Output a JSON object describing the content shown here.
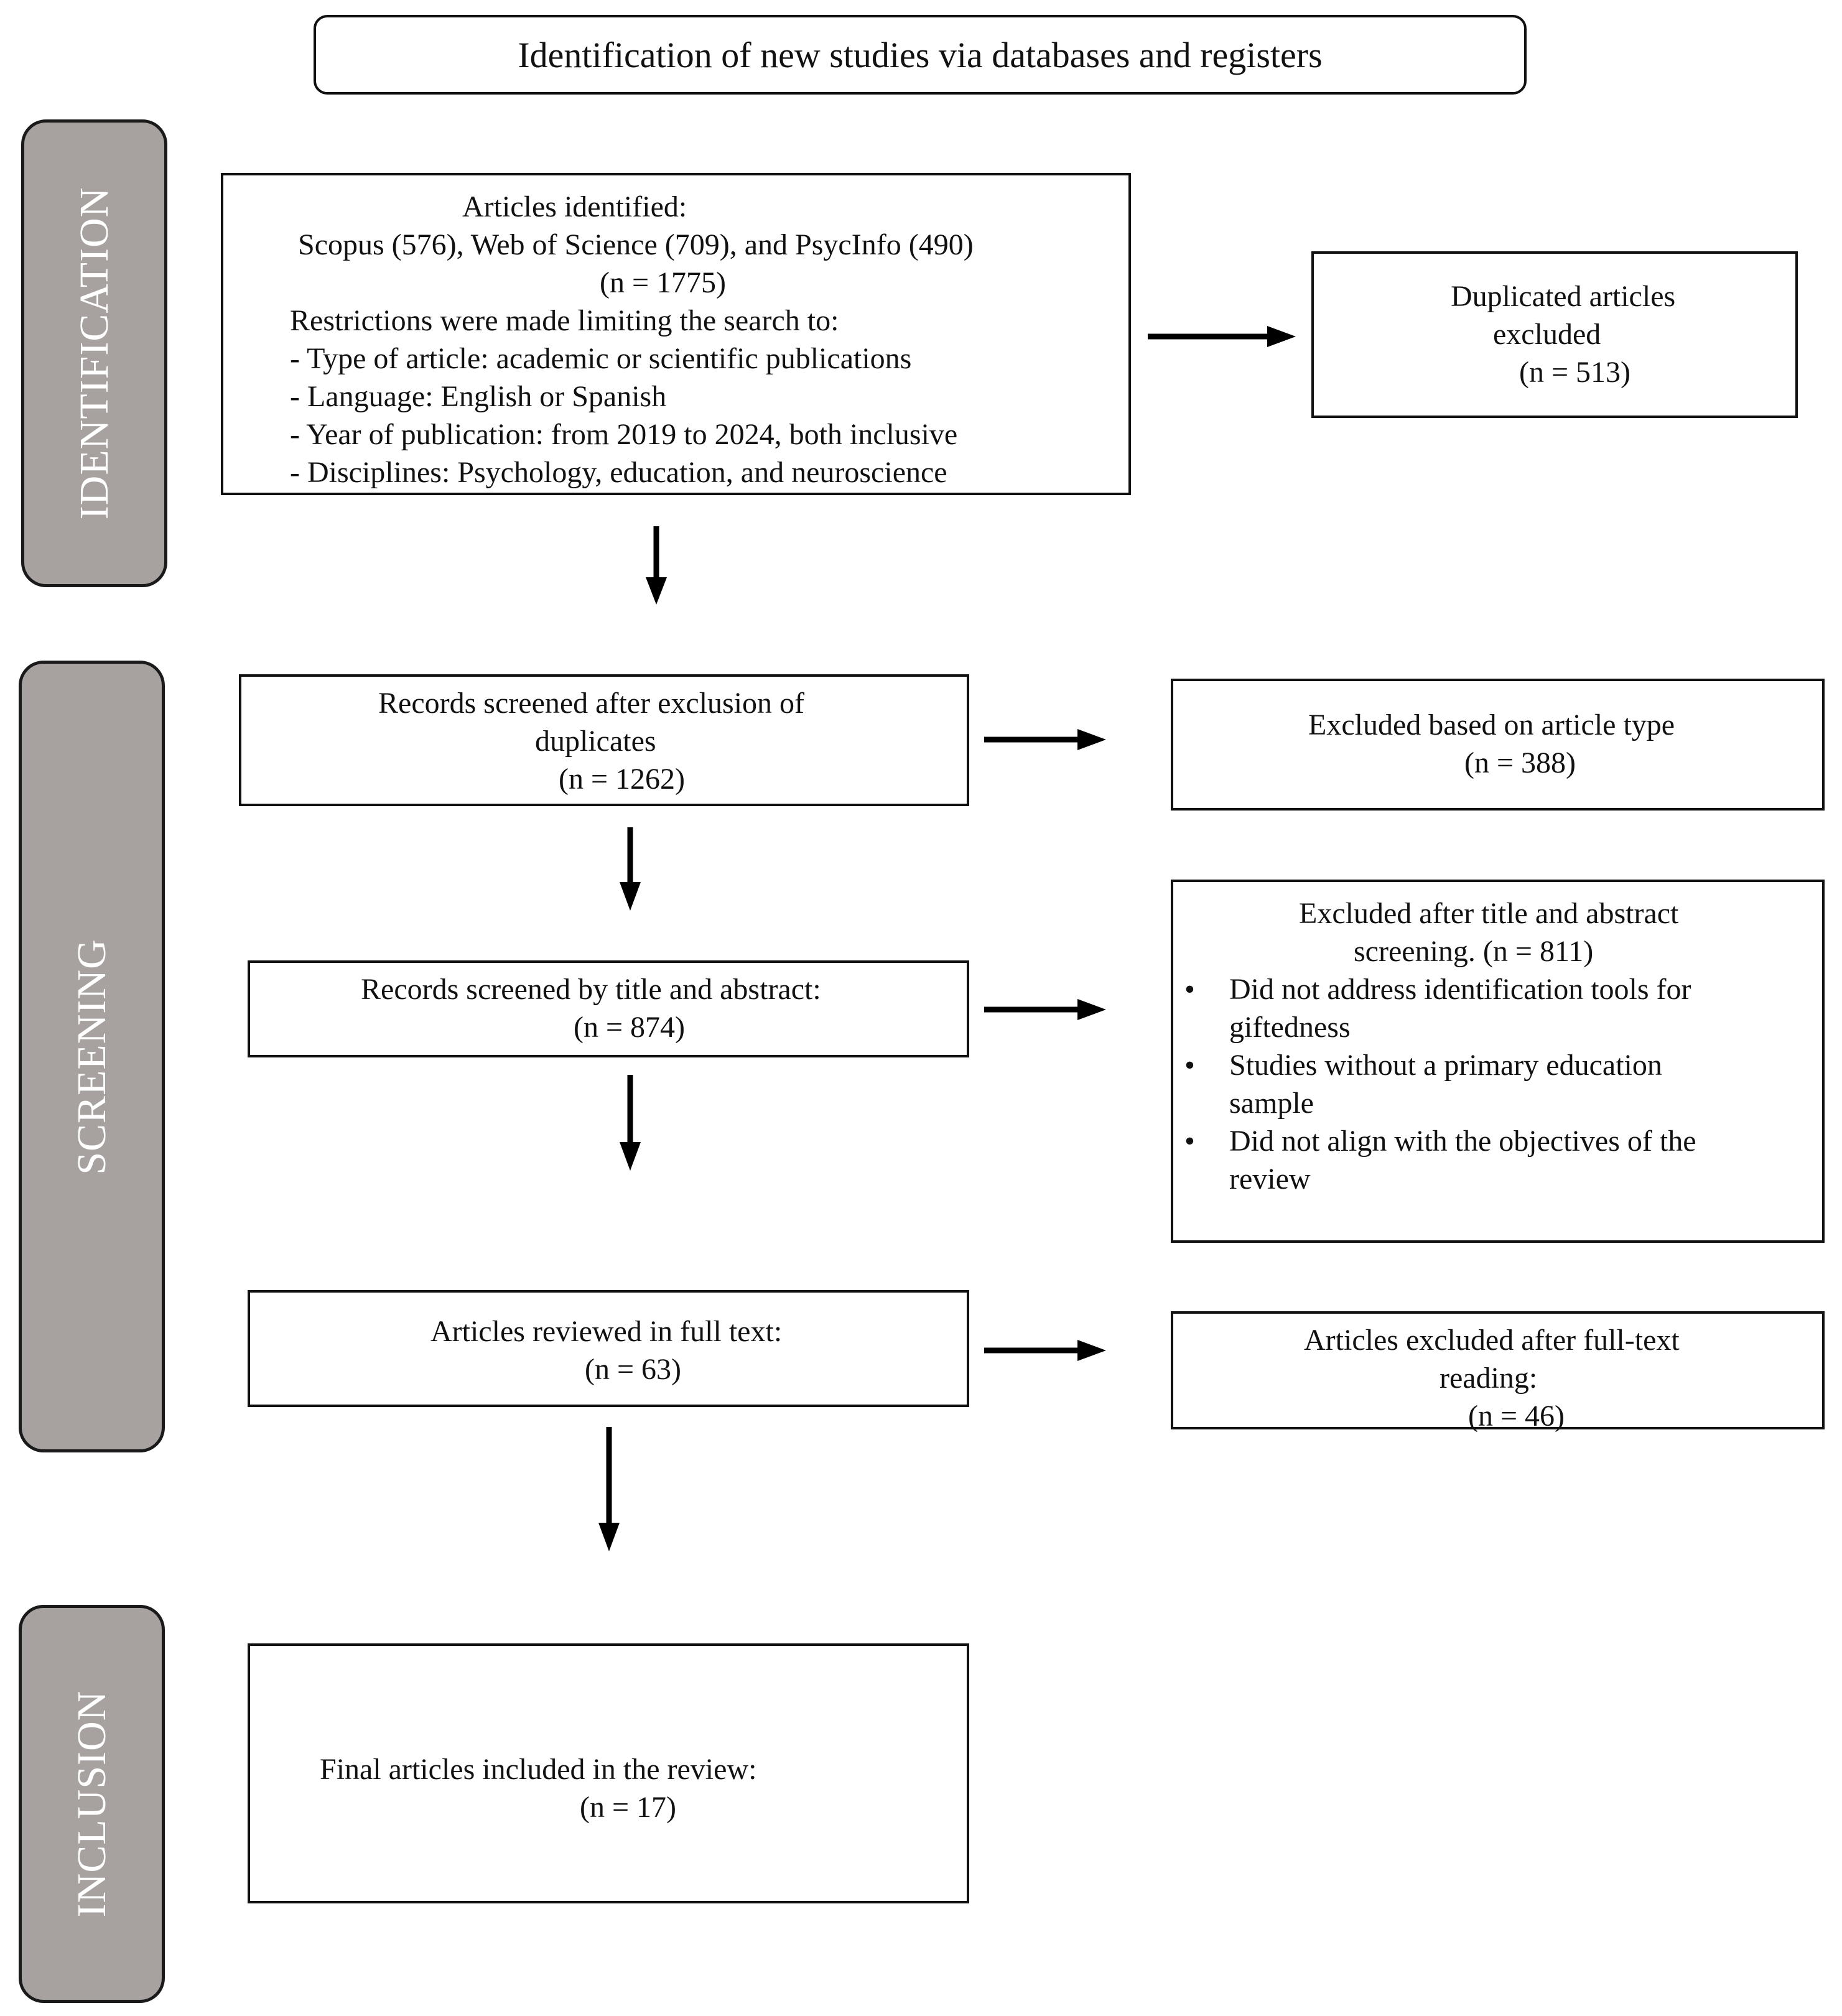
{
  "title": "Identification of new studies via databases and registers",
  "phases": {
    "identification": "IDENTIFICATION",
    "screening": "SCREENING",
    "inclusion": "INCLUSION"
  },
  "identified": {
    "line1": "Articles identified:",
    "line2": "Scopus (576), Web of Science (709), and PsycInfo (490)",
    "line3": "(n = 1775)",
    "restrictions": [
      "Restrictions were made limiting the search to:",
      "- Type of article: academic or scientific publications",
      "- Language: English or Spanish",
      "- Year of publication: from 2019 to 2024, both inclusive",
      "- Disciplines: Psychology, education, and neuroscience"
    ]
  },
  "duplicates": {
    "line1": "Duplicated articles",
    "line2": "excluded",
    "line3": "(n = 513)"
  },
  "screened": {
    "line1": "Records screened after exclusion of",
    "line2": "duplicates",
    "line3": "(n = 1262)"
  },
  "excluded_type": {
    "line1": "Excluded based on article type",
    "line2": "(n = 388)"
  },
  "title_abstract": {
    "line1": "Records screened by title and abstract:",
    "line2": "(n = 874)"
  },
  "excluded_ta": {
    "line1": "Excluded after title and abstract",
    "line2": "screening. (n = 811)",
    "bullets": [
      [
        "Did not address identification tools for",
        "giftedness"
      ],
      [
        "Studies without a primary education",
        "sample"
      ],
      [
        "Did not align with the objectives of the",
        "review"
      ]
    ]
  },
  "full_text": {
    "line1": "Articles reviewed in full text:",
    "line2": "(n = 63)"
  },
  "excluded_ft": {
    "line1": "Articles excluded after full-text",
    "line2": "reading:",
    "line3": "(n = 46)"
  },
  "final": {
    "line1": "Final articles included in the review:",
    "line2": "(n = 17)"
  }
}
